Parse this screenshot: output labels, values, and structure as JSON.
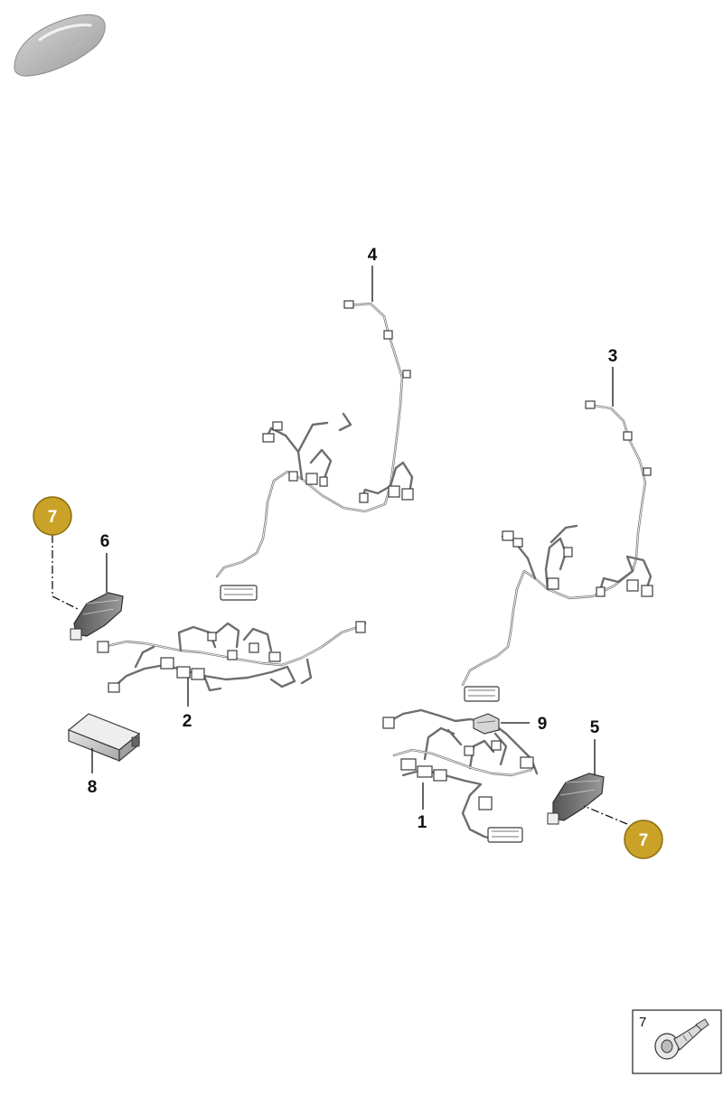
{
  "callouts": {
    "part_1": "1",
    "part_2": "2",
    "part_3": "3",
    "part_4": "4",
    "part_5": "5",
    "part_6": "6",
    "part_7_left": "7",
    "part_7_right": "7",
    "part_8": "8",
    "part_9": "9"
  },
  "inset": {
    "label": "7",
    "icon": "rivet-clip-icon"
  },
  "colors": {
    "badge_fill": "#c9a227",
    "badge_stroke": "#8a6d10",
    "wire": "#6e6e6e",
    "label": "#111111"
  }
}
